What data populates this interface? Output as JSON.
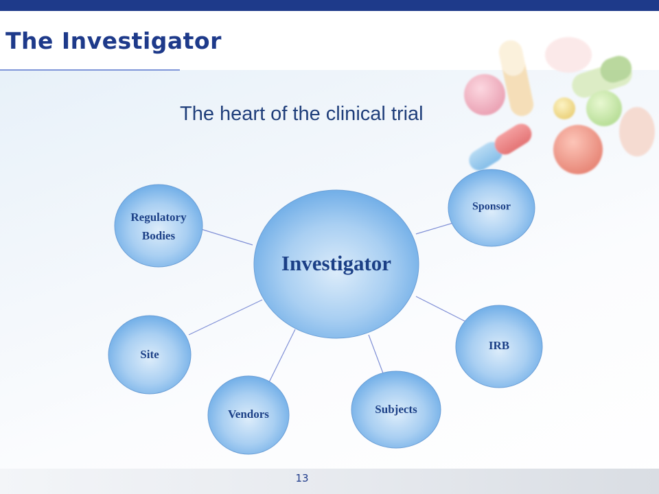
{
  "slide": {
    "title": "The Investigator",
    "subtitle": "The heart of the clinical trial",
    "page_number": "13"
  },
  "diagram": {
    "center": "Investigator",
    "nodes": {
      "regulatory_line1": "Regulatory",
      "regulatory_line2": "Bodies",
      "sponsor": "Sponsor",
      "site": "Site",
      "irb": "IRB",
      "vendors": "Vendors",
      "subjects": "Subjects"
    }
  },
  "colors": {
    "brand": "#1e3a8a",
    "node_fill_center": "#dcecfa",
    "node_fill_edge": "#6aaae6",
    "connector": "#7f8fd6"
  }
}
